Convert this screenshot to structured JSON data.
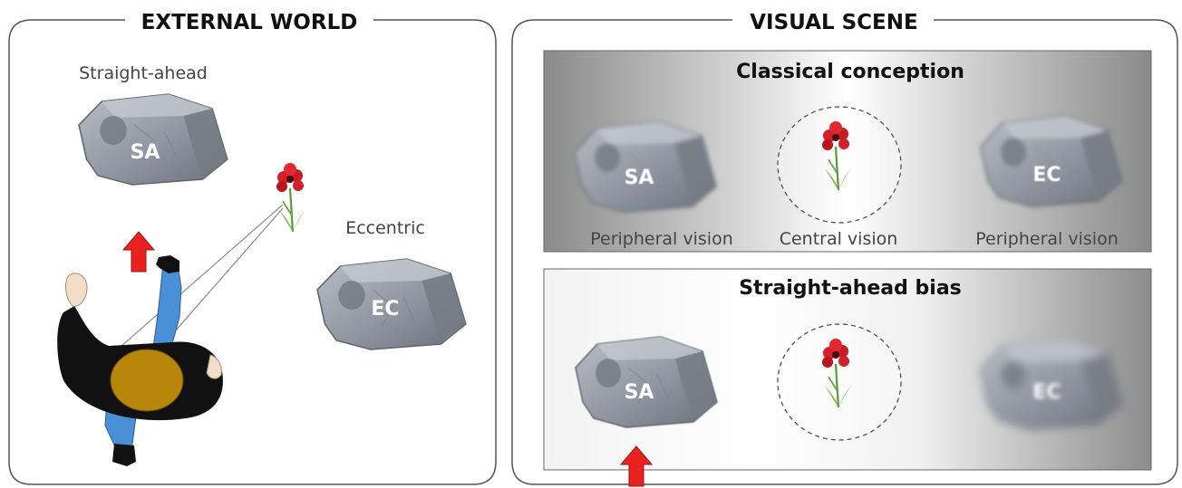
{
  "external_world": {
    "title": "EXTERNAL WORLD",
    "straight_label": "Straight-ahead",
    "eccentric_label": "Eccentric",
    "sa_rock_label": "SA",
    "ec_rock_label": "EC"
  },
  "visual_scene": {
    "title": "VISUAL SCENE",
    "classical": {
      "title": "Classical conception",
      "sa_rock_label": "SA",
      "ec_rock_label": "EC",
      "left_caption": "Peripheral vision",
      "center_caption": "Central vision",
      "right_caption": "Peripheral vision"
    },
    "bias": {
      "title": "Straight-ahead bias",
      "sa_rock_label": "SA",
      "ec_rock_label": "EC"
    }
  },
  "colors": {
    "arrow": "#e8231f",
    "rock": "#8b929d",
    "hair": "#b8860b",
    "jacket": "#111111",
    "jeans": "#4a90d9",
    "flower": "#d3202a"
  }
}
